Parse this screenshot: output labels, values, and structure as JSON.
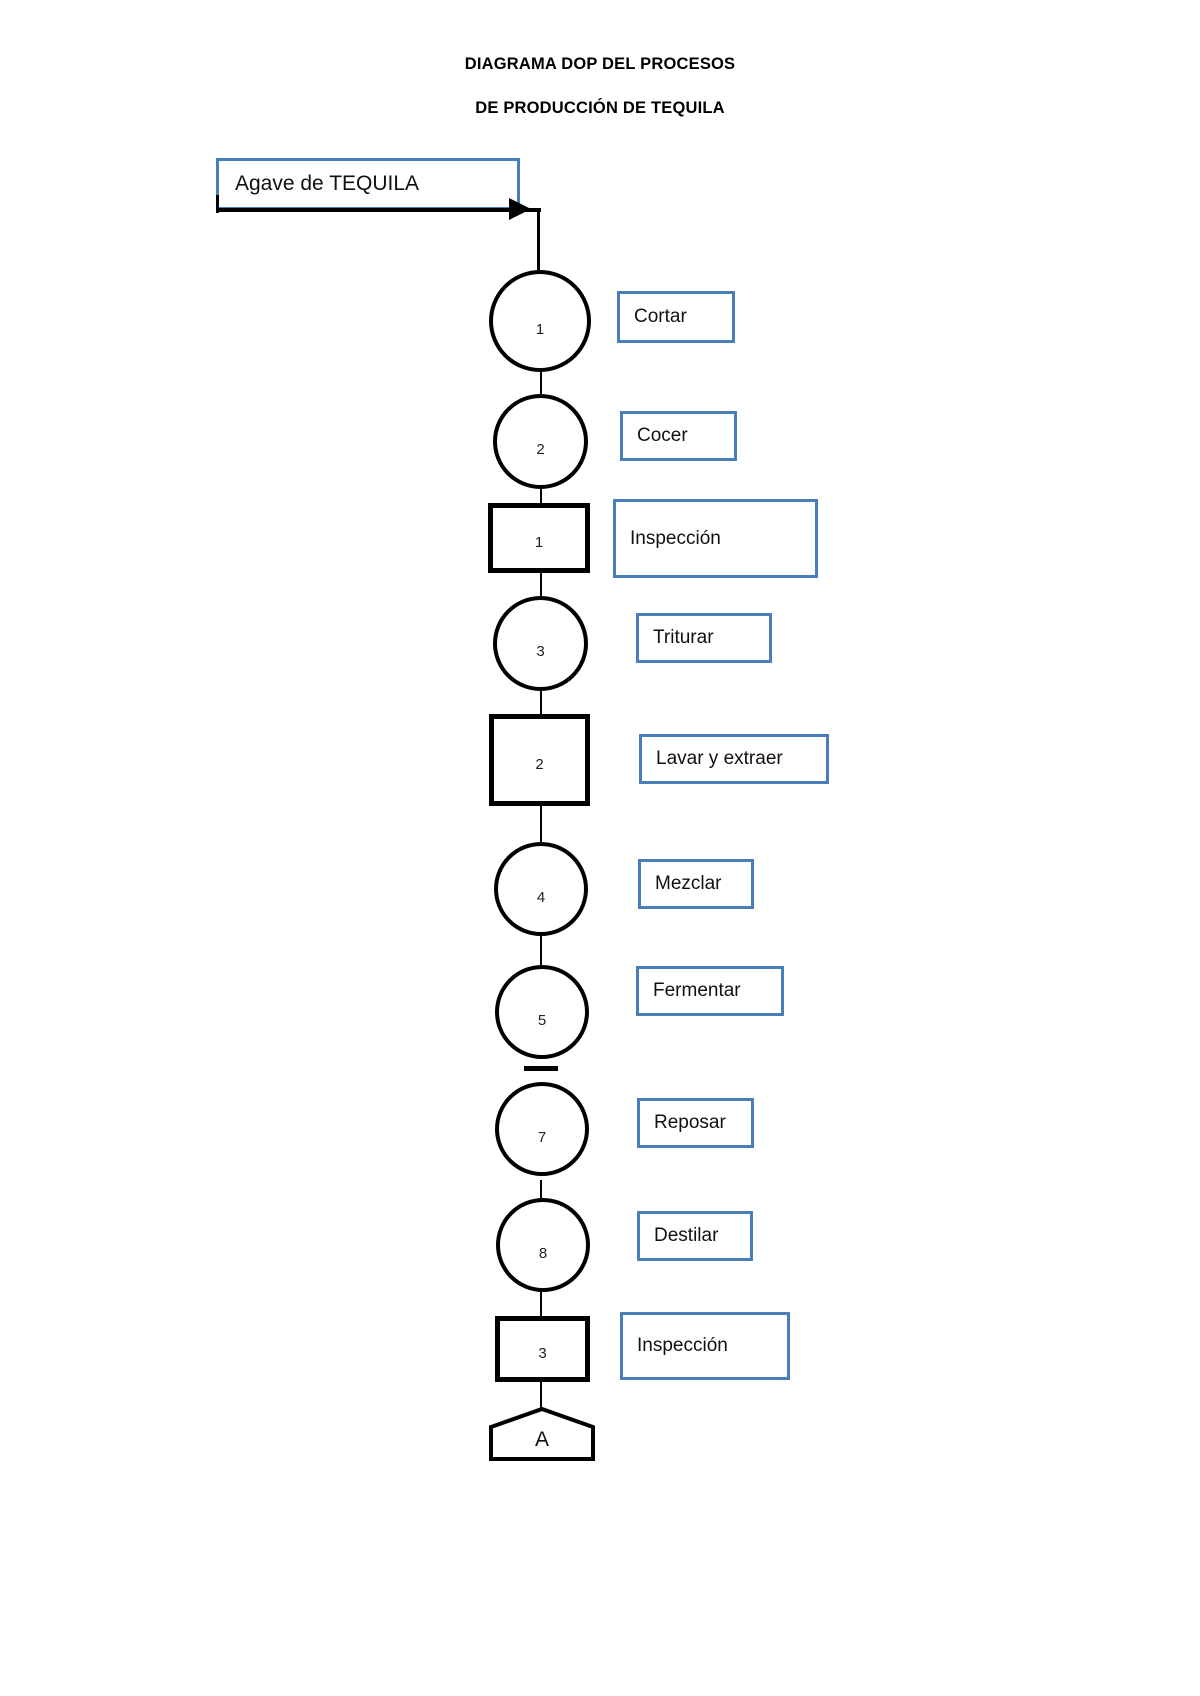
{
  "document": {
    "title_line_1": "DIAGRAMA DOP DEL PROCESOS",
    "title_line_2": "DE PRODUCCIÓN DE TEQUILA"
  },
  "colors": {
    "label_border_blue": "#4a7ebb",
    "shape_stroke_black": "#000000",
    "background": "#ffffff"
  },
  "input": {
    "label": "Agave de TEQUILA"
  },
  "chart_data": {
    "type": "diagram",
    "diagram_kind": "DOP process flow chart",
    "title": "DIAGRAMA DOP DEL PROCESOS DE PRODUCCIÓN DE TEQUILA",
    "entry": "Agave de TEQUILA",
    "exit_connector": "A",
    "nodes": [
      {
        "shape": "circle",
        "number": "1",
        "label": "Cortar"
      },
      {
        "shape": "circle",
        "number": "2",
        "label": "Cocer"
      },
      {
        "shape": "square",
        "number": "1",
        "label": "Inspección"
      },
      {
        "shape": "circle",
        "number": "3",
        "label": "Triturar"
      },
      {
        "shape": "square",
        "number": "2",
        "label": "Lavar y extraer"
      },
      {
        "shape": "circle",
        "number": "4",
        "label": "Mezclar"
      },
      {
        "shape": "circle",
        "number": "5",
        "label": "Fermentar"
      },
      {
        "shape": "circle",
        "number": "7",
        "label": "Reposar"
      },
      {
        "shape": "circle",
        "number": "8",
        "label": "Destilar"
      },
      {
        "shape": "square",
        "number": "3",
        "label": "Inspección"
      }
    ]
  },
  "nodes": [
    {
      "number": "1",
      "label": "Cortar"
    },
    {
      "number": "2",
      "label": "Cocer"
    },
    {
      "number": "1",
      "label": "Inspección"
    },
    {
      "number": "3",
      "label": "Triturar"
    },
    {
      "number": "2",
      "label": "Lavar y extraer"
    },
    {
      "number": "4",
      "label": "Mezclar"
    },
    {
      "number": "5",
      "label": "Fermentar"
    },
    {
      "number": "7",
      "label": "Reposar"
    },
    {
      "number": "8",
      "label": "Destilar"
    },
    {
      "number": "3",
      "label": "Inspección"
    }
  ],
  "connector": {
    "letter": "A"
  }
}
